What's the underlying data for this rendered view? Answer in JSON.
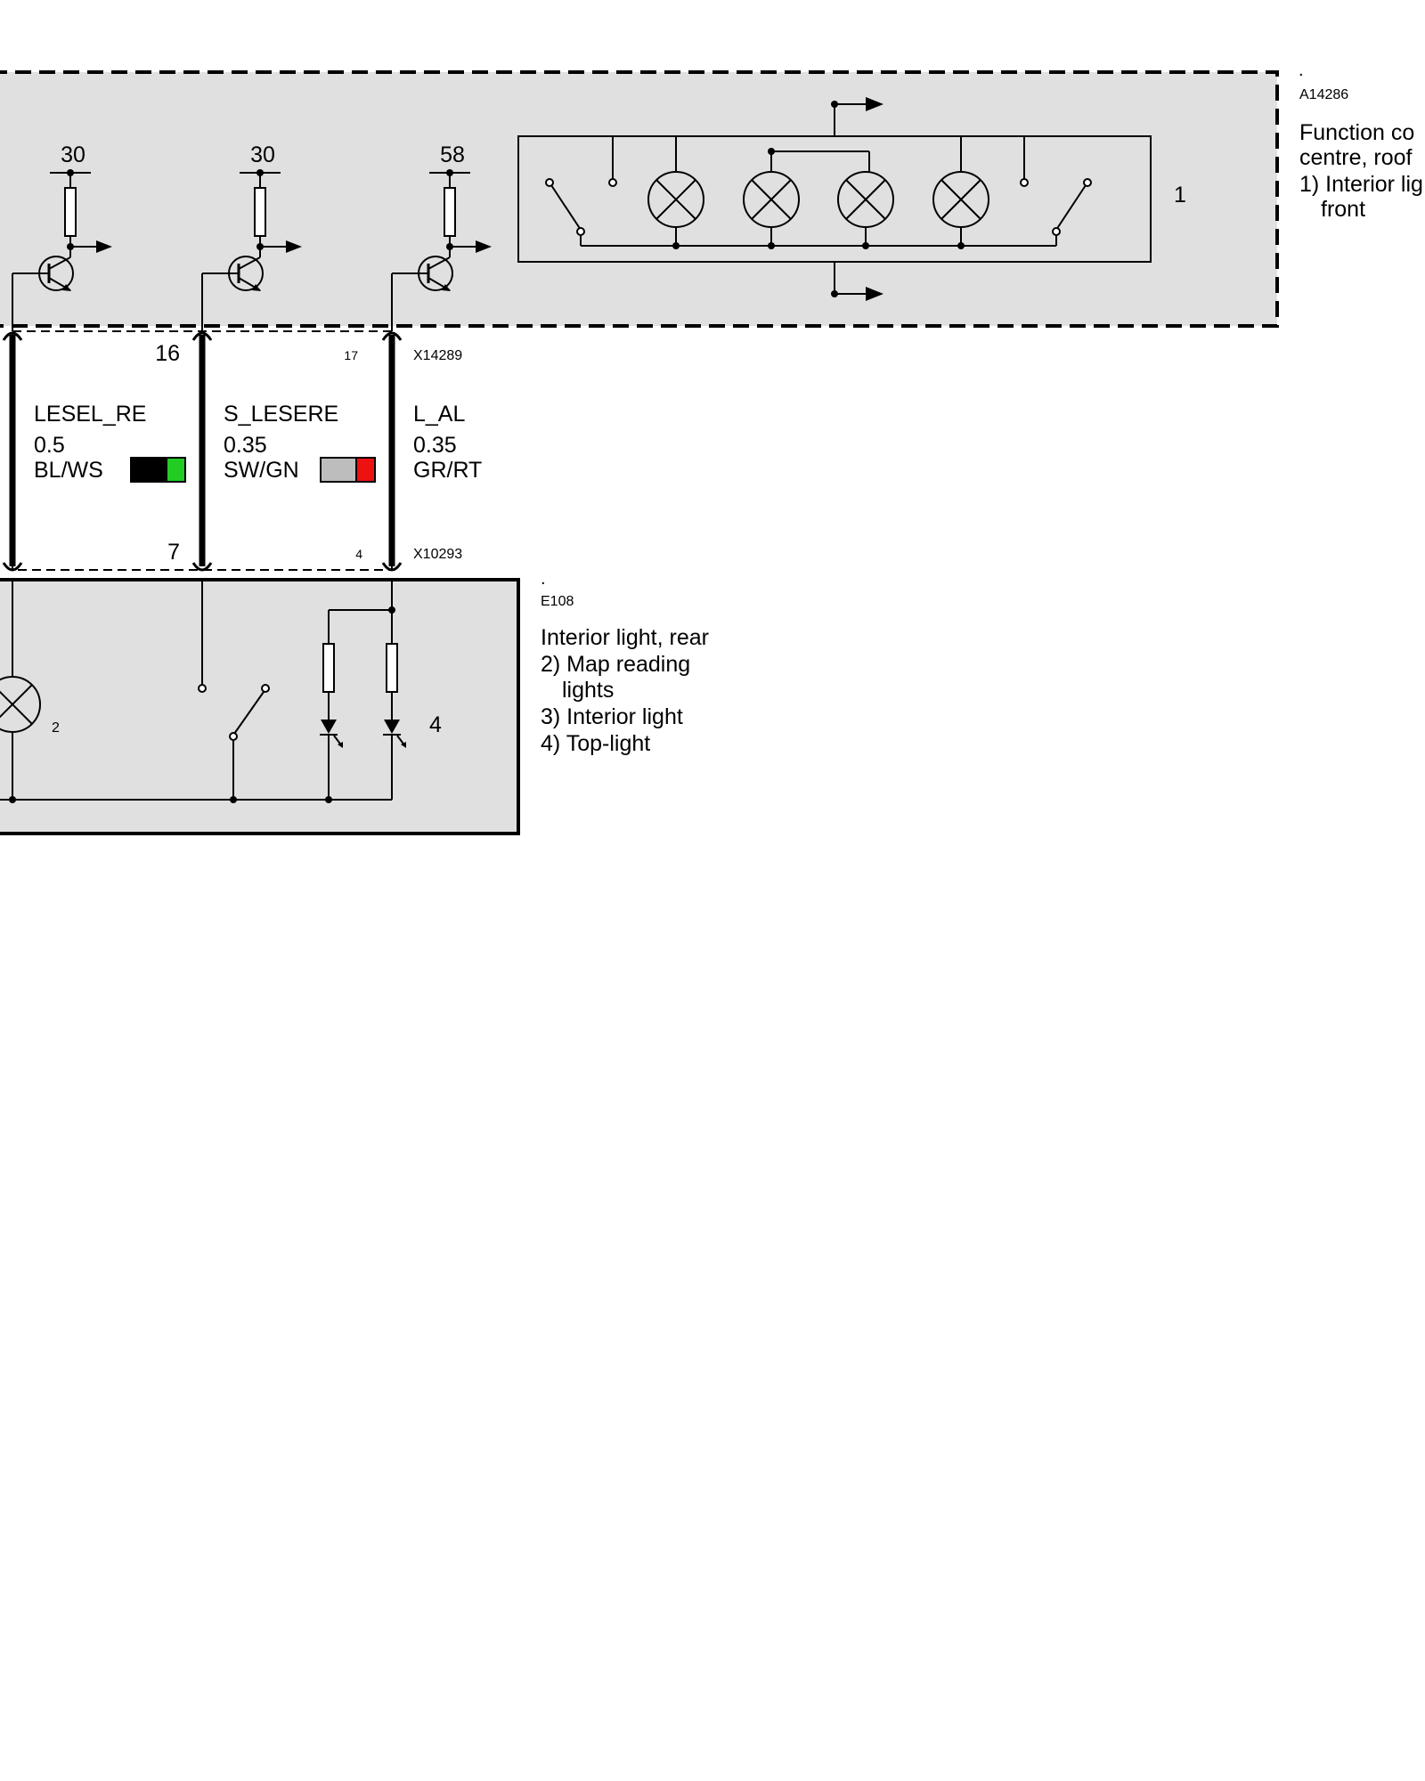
{
  "supply_labels": [
    "30",
    "30",
    "58"
  ],
  "top_module": {
    "dot": ".",
    "id": "A14286",
    "desc_lines": [
      "Function co",
      "centre, roof",
      "1) Interior lig",
      "front"
    ],
    "inner_label": "1"
  },
  "connectors": {
    "top": {
      "id": "X14289",
      "pins": [
        "16",
        "17"
      ]
    },
    "bottom": {
      "id": "X10293",
      "pins": [
        "7",
        "4"
      ]
    }
  },
  "wires": [
    {
      "name": "LESEL_RE",
      "size": "0.5",
      "color": "BL/WS",
      "swatch": [
        "#000000",
        "#22cc22"
      ]
    },
    {
      "name": "S_LESERE",
      "size": "0.35",
      "color": "SW/GN",
      "swatch": [
        "#bdbdbd",
        "#ee1111"
      ]
    },
    {
      "name": "L_AL",
      "size": "0.35",
      "color": "GR/RT"
    }
  ],
  "bottom_module": {
    "dot": ".",
    "id": "E108",
    "desc_lines": [
      "Interior light, rear",
      "2) Map reading",
      "lights",
      "3) Interior light",
      "4) Top-light"
    ],
    "lamp_label": "2",
    "led_label": "4"
  }
}
